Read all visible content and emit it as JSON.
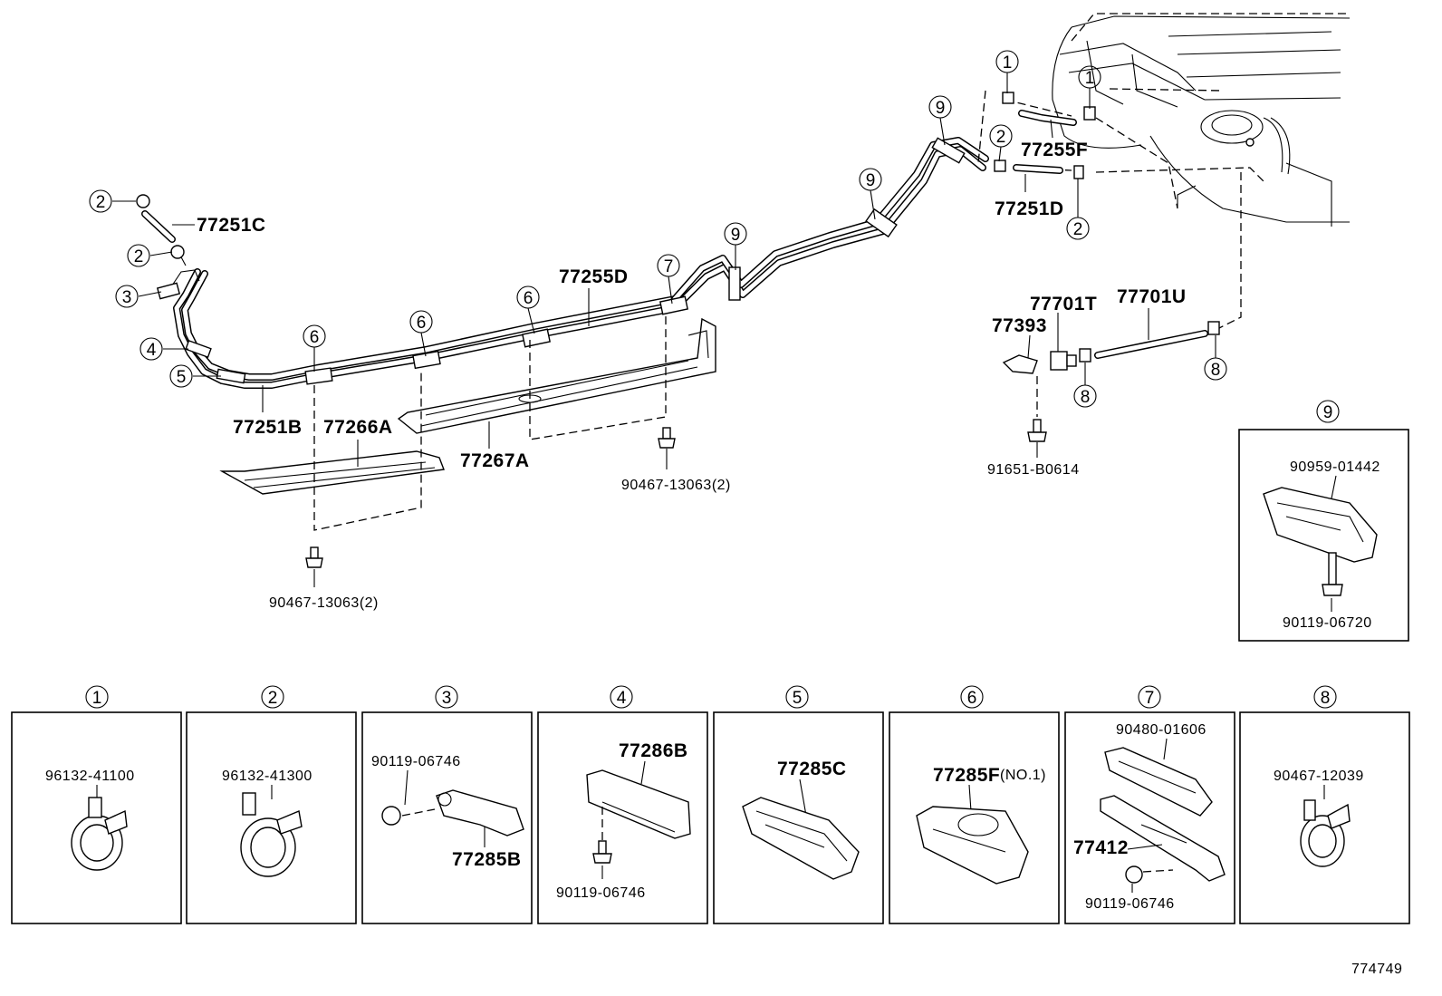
{
  "diagram_id": "774749",
  "callouts": [
    "1",
    "2",
    "3",
    "4",
    "5",
    "6",
    "7",
    "8",
    "9"
  ],
  "main_parts": {
    "p77251C": "77251C",
    "p77251B": "77251B",
    "p77255D": "77255D",
    "p77266A": "77266A",
    "p77267A": "77267A",
    "p77255F": "77255F",
    "p77251D": "77251D",
    "p77701T": "77701T",
    "p77701U": "77701U",
    "p77393": "77393",
    "p91651": "91651-B0614",
    "p90467_a": "90467-13063(2)",
    "p90467_b": "90467-13063(2)"
  },
  "detail_9": {
    "number": "9",
    "part_top": "90959-01442",
    "part_bottom": "90119-06720"
  },
  "detail_boxes": [
    {
      "number": "1",
      "labels": [
        "96132-41100"
      ]
    },
    {
      "number": "2",
      "labels": [
        "96132-41300"
      ]
    },
    {
      "number": "3",
      "labels": [
        "90119-06746",
        "77285B"
      ]
    },
    {
      "number": "4",
      "labels": [
        "77286B",
        "90119-06746"
      ]
    },
    {
      "number": "5",
      "labels": [
        "77285C"
      ]
    },
    {
      "number": "6",
      "labels": [
        "77285F",
        "(NO.1)"
      ]
    },
    {
      "number": "7",
      "labels": [
        "90480-01606",
        "77412",
        "90119-06746"
      ]
    },
    {
      "number": "8",
      "labels": [
        "90467-12039"
      ]
    }
  ]
}
